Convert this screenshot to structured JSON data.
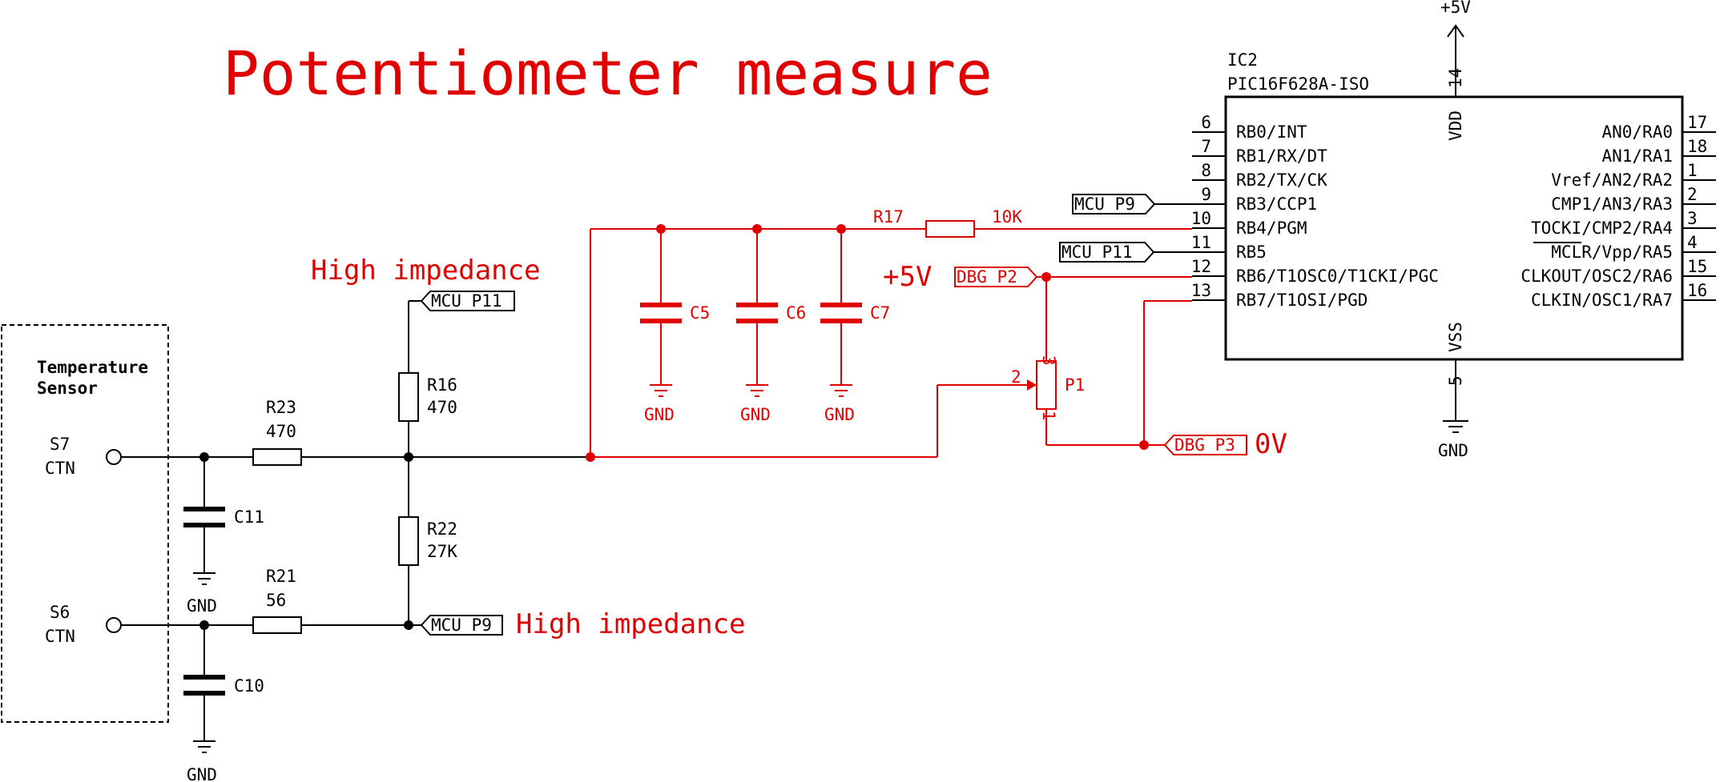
{
  "title": "Potentiometer measure",
  "annotations": {
    "high_impedance_top": "High impedance",
    "high_impedance_bottom": "High impedance",
    "plus5v_red": "+5V",
    "zero_v": "0V"
  },
  "sensor": {
    "title_line1": "Temperature",
    "title_line2": "Sensor",
    "s7": "S7",
    "s7_sub": "CTN",
    "s6": "S6",
    "s6_sub": "CTN"
  },
  "components": {
    "R23": {
      "ref": "R23",
      "value": "470"
    },
    "R21": {
      "ref": "R21",
      "value": "56"
    },
    "R16": {
      "ref": "R16",
      "value": "470"
    },
    "R22": {
      "ref": "R22",
      "value": "27K"
    },
    "R17": {
      "ref": "R17",
      "value": "10K"
    },
    "C11": {
      "ref": "C11"
    },
    "C10": {
      "ref": "C10"
    },
    "C5": {
      "ref": "C5"
    },
    "C6": {
      "ref": "C6"
    },
    "C7": {
      "ref": "C7"
    },
    "P1": {
      "ref": "P1",
      "pin1": "1",
      "pin2": "2",
      "pin3": "3"
    }
  },
  "power": {
    "gnd": "GND",
    "vcc": "+5V"
  },
  "labels": {
    "mcu_p11": "MCU_P11",
    "mcu_p9": "MCU_P9",
    "dbg_p2": "DBG_P2",
    "dbg_p3": "DBG_P3"
  },
  "ic": {
    "ref": "IC2",
    "part": "PIC16F628A-ISO",
    "vdd": "VDD",
    "vdd_pin": "14",
    "vss": "VSS",
    "vss_pin": "5",
    "left_pins": [
      {
        "num": "6",
        "name": "RB0/INT"
      },
      {
        "num": "7",
        "name": "RB1/RX/DT"
      },
      {
        "num": "8",
        "name": "RB2/TX/CK"
      },
      {
        "num": "9",
        "name": "RB3/CCP1"
      },
      {
        "num": "10",
        "name": "RB4/PGM"
      },
      {
        "num": "11",
        "name": "RB5"
      },
      {
        "num": "12",
        "name": "RB6/T1OSC0/T1CKI/PGC"
      },
      {
        "num": "13",
        "name": "RB7/T1OSI/PGD"
      }
    ],
    "right_pins": [
      {
        "num": "17",
        "name": "AN0/RA0"
      },
      {
        "num": "18",
        "name": "AN1/RA1"
      },
      {
        "num": "1",
        "name": "Vref/AN2/RA2"
      },
      {
        "num": "2",
        "name": "CMP1/AN3/RA3"
      },
      {
        "num": "3",
        "name": "TOCKI/CMP2/RA4"
      },
      {
        "num": "4",
        "name": "MCLR/Vpp/RA5"
      },
      {
        "num": "15",
        "name": "CLKOUT/OSC2/RA6"
      },
      {
        "num": "16",
        "name": "CLKIN/OSC1/RA7"
      }
    ]
  }
}
